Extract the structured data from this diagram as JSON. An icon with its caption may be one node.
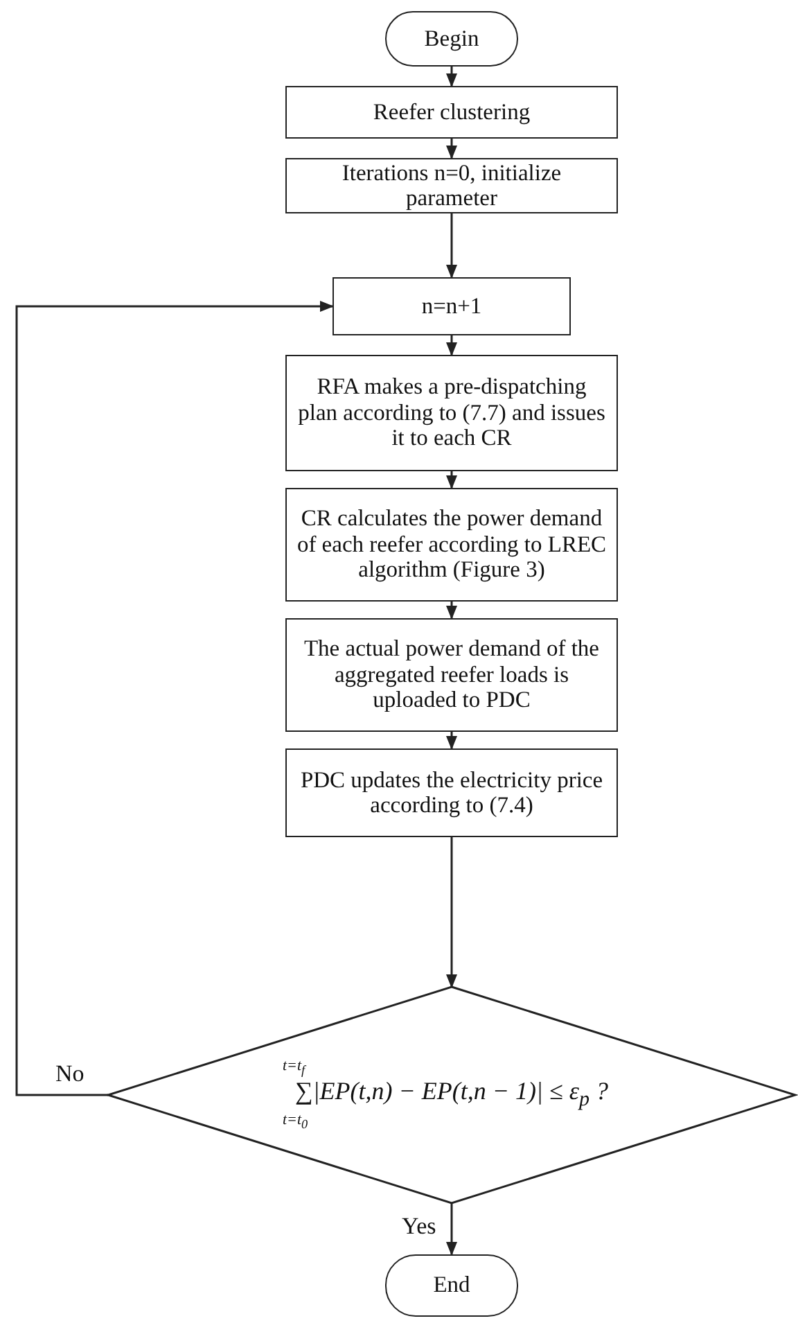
{
  "diagram": {
    "nodes": [
      {
        "text": [
          "Begin"
        ]
      },
      {
        "text": [
          "Reefer clustering"
        ]
      },
      {
        "text": [
          "Iterations n=0, initialize parameter"
        ]
      },
      {
        "text": [
          "n=n+1"
        ]
      },
      {
        "text": [
          "RFA makes a pre-dispatching plan according to (7.7) and issues it to each CR"
        ]
      },
      {
        "text": [
          "CR calculates the power demand of each reefer according to LREC algorithm (Figure 3)"
        ]
      },
      {
        "text": [
          "The actual power demand of the aggregated reefer loads is uploaded to PDC"
        ]
      },
      {
        "text": [
          "PDC updates the electricity price according to (7.4)"
        ]
      },
      {
        "text": [
          "t=t$_{f}$",
          "∑|EP(t,n) − EP(t,n − 1)| ≤ ε$_{p}$ ?",
          "t=t$_{0}$"
        ]
      },
      {
        "text": [
          "End"
        ]
      }
    ],
    "edges": [
      {
        "from": 0,
        "to": 1,
        "arrow": "to"
      },
      {
        "from": 1,
        "to": 2,
        "arrow": "to"
      },
      {
        "from": 2,
        "to": 3,
        "arrow": "to"
      },
      {
        "from": 3,
        "to": 4,
        "arrow": "to"
      },
      {
        "from": 4,
        "to": 5,
        "arrow": "to"
      },
      {
        "from": 5,
        "to": 6,
        "arrow": "to"
      },
      {
        "from": 6,
        "to": 7,
        "arrow": "to"
      },
      {
        "from": 7,
        "to": 8,
        "arrow": "to"
      },
      {
        "from": 8,
        "to": 3,
        "arrow": "to",
        "label": "No"
      },
      {
        "from": 8,
        "to": 9,
        "arrow": "to",
        "label": "Yes"
      }
    ]
  }
}
